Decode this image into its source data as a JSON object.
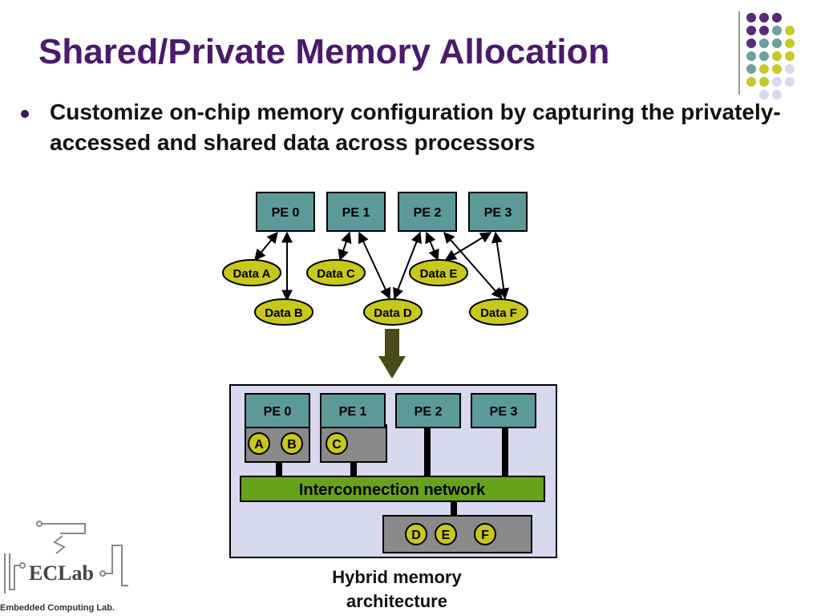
{
  "slide": {
    "title": "Shared/Private Memory Allocation",
    "bullet": "Customize on-chip memory configuration by capturing the privately-accessed and shared data across processors"
  },
  "top_diagram": {
    "pes": [
      "PE 0",
      "PE 1",
      "PE 2",
      "PE 3"
    ],
    "data": [
      "Data A",
      "Data B",
      "Data C",
      "Data D",
      "Data E",
      "Data F"
    ]
  },
  "bottom_diagram": {
    "pes": [
      "PE 0",
      "PE 1",
      "PE 2",
      "PE 3"
    ],
    "private_mem_pe0": [
      "A",
      "B"
    ],
    "private_mem_pe1": [
      "C"
    ],
    "network": "Interconnection network",
    "shared_mem": [
      "D",
      "E",
      "F"
    ]
  },
  "caption": {
    "line1": "Hybrid memory",
    "line2": "architecture"
  },
  "logo": {
    "name": "ECLab",
    "subtitle": "Embedded Computing Lab."
  },
  "colors": {
    "title": "#4a1a6e",
    "pe_box": "#5c9a9a",
    "data_oval": "#c8c81a",
    "network": "#66a31a",
    "mem_box": "#8a8a8a",
    "panel": "#d8d8ee",
    "arrow_big": "#4a4a1a",
    "dot_purple": "#5a2a7a",
    "dot_teal": "#6f9f9f",
    "dot_yellow": "#c8c82a",
    "dot_lavender": "#d8d8ee"
  }
}
